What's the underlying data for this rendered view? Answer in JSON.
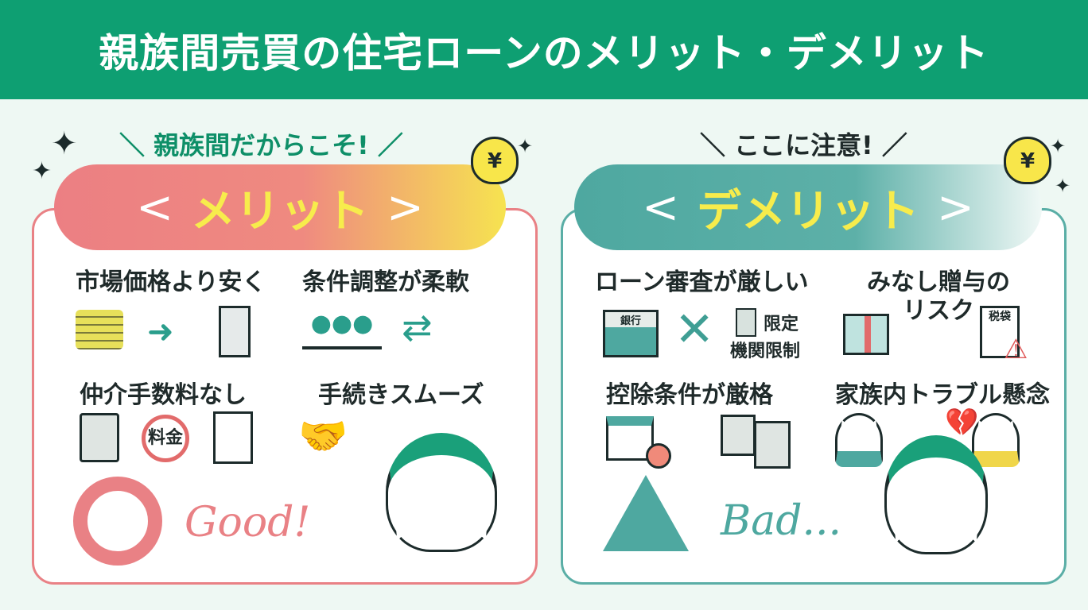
{
  "title": "親族間売買の住宅ローンのメリット・デメリット",
  "colors": {
    "header": "#0e9f72",
    "merit": "#e98185",
    "demerit": "#4ea8a0",
    "accent_yellow": "#f7ec4c"
  },
  "merit": {
    "tagline": "親族間だからこそ!",
    "label": "メリット",
    "items": [
      {
        "text": "市場価格より安く",
        "icons": [
          "coins-icon",
          "arrow-right-icon",
          "building-icon"
        ]
      },
      {
        "text": "条件調整が柔軟",
        "icons": [
          "meeting-table-icon",
          "flexible-arrows-icon"
        ]
      },
      {
        "text": "仲介手数料なし",
        "icons": [
          "calculator-icon",
          "no-fee-icon",
          "document-icon"
        ],
        "fee_label": "料金"
      },
      {
        "text": "手続きスムーズ",
        "icons": [
          "handshake-icon"
        ]
      }
    ],
    "symbol": "circle-icon",
    "word": "Good!"
  },
  "demerit": {
    "tagline": "ここに注意!",
    "label": "デメリット",
    "items": [
      {
        "text": "ローン審査が厳しい",
        "bank_label": "銀行",
        "limit1": "限定",
        "limit2": "機関限制"
      },
      {
        "text1": "みなし贈与の",
        "text2": "リスク",
        "tax_label": "税袋"
      },
      {
        "text": "控除条件が厳格"
      },
      {
        "text": "家族内トラブル懸念"
      }
    ],
    "symbol": "triangle-icon",
    "word": "Bad..."
  },
  "brackets": {
    "left": "<",
    "right": ">"
  },
  "yen": "¥"
}
